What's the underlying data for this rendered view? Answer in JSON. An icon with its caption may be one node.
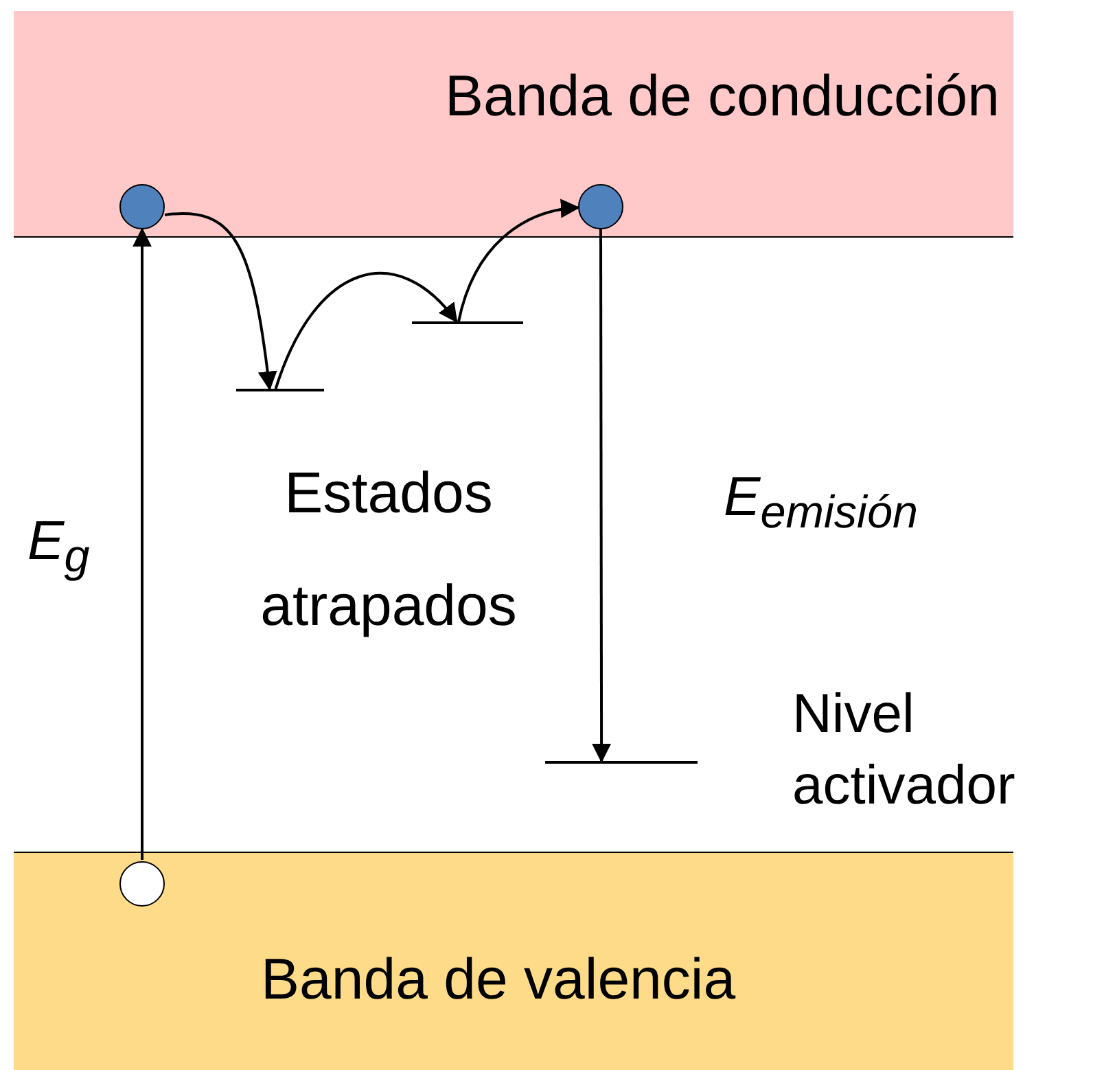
{
  "diagram": {
    "nodes": [
      {
        "text": [
          "Banda de conducción"
        ]
      },
      {
        "text": [
          "Banda de valencia"
        ]
      },
      {
        "text": [],
        "shape": "circle",
        "in": 0
      },
      {
        "text": [],
        "shape": "circle",
        "in": 0
      },
      {
        "text": [],
        "shape": "circle",
        "in": 1
      },
      {
        "text": [],
        "shape": "bar"
      },
      {
        "text": [],
        "shape": "bar"
      },
      {
        "text": [],
        "shape": "bar",
        "beside": [
          "Nivel activador"
        ]
      }
    ],
    "edges": [
      {
        "from": 4,
        "to": 2,
        "arrow": "to",
        "label": "E$_{g}$"
      },
      {
        "from": 2,
        "to": 5,
        "arrow": "to"
      },
      {
        "from": 5,
        "to": 6,
        "arrow": "to"
      },
      {
        "from": 6,
        "to": 3,
        "arrow": "to"
      },
      {
        "from": 3,
        "to": 7,
        "arrow": "to",
        "label": "E$_{emisión}$"
      }
    ],
    "labels": [
      "Estados atrapados"
    ]
  }
}
